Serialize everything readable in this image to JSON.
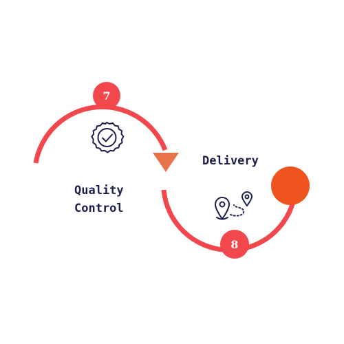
{
  "steps": [
    {
      "number": "7",
      "label_line1": "Quality",
      "label_line2": "Control",
      "icon": "quality-badge-icon"
    },
    {
      "number": "8",
      "label_line1": "Delivery",
      "icon": "route-pins-icon"
    }
  ],
  "colors": {
    "path": "#f2474d",
    "arrow": "#e8734a",
    "end_dot": "#f0541e",
    "text": "#1f1f4d",
    "icon": "#1f1f4d"
  }
}
